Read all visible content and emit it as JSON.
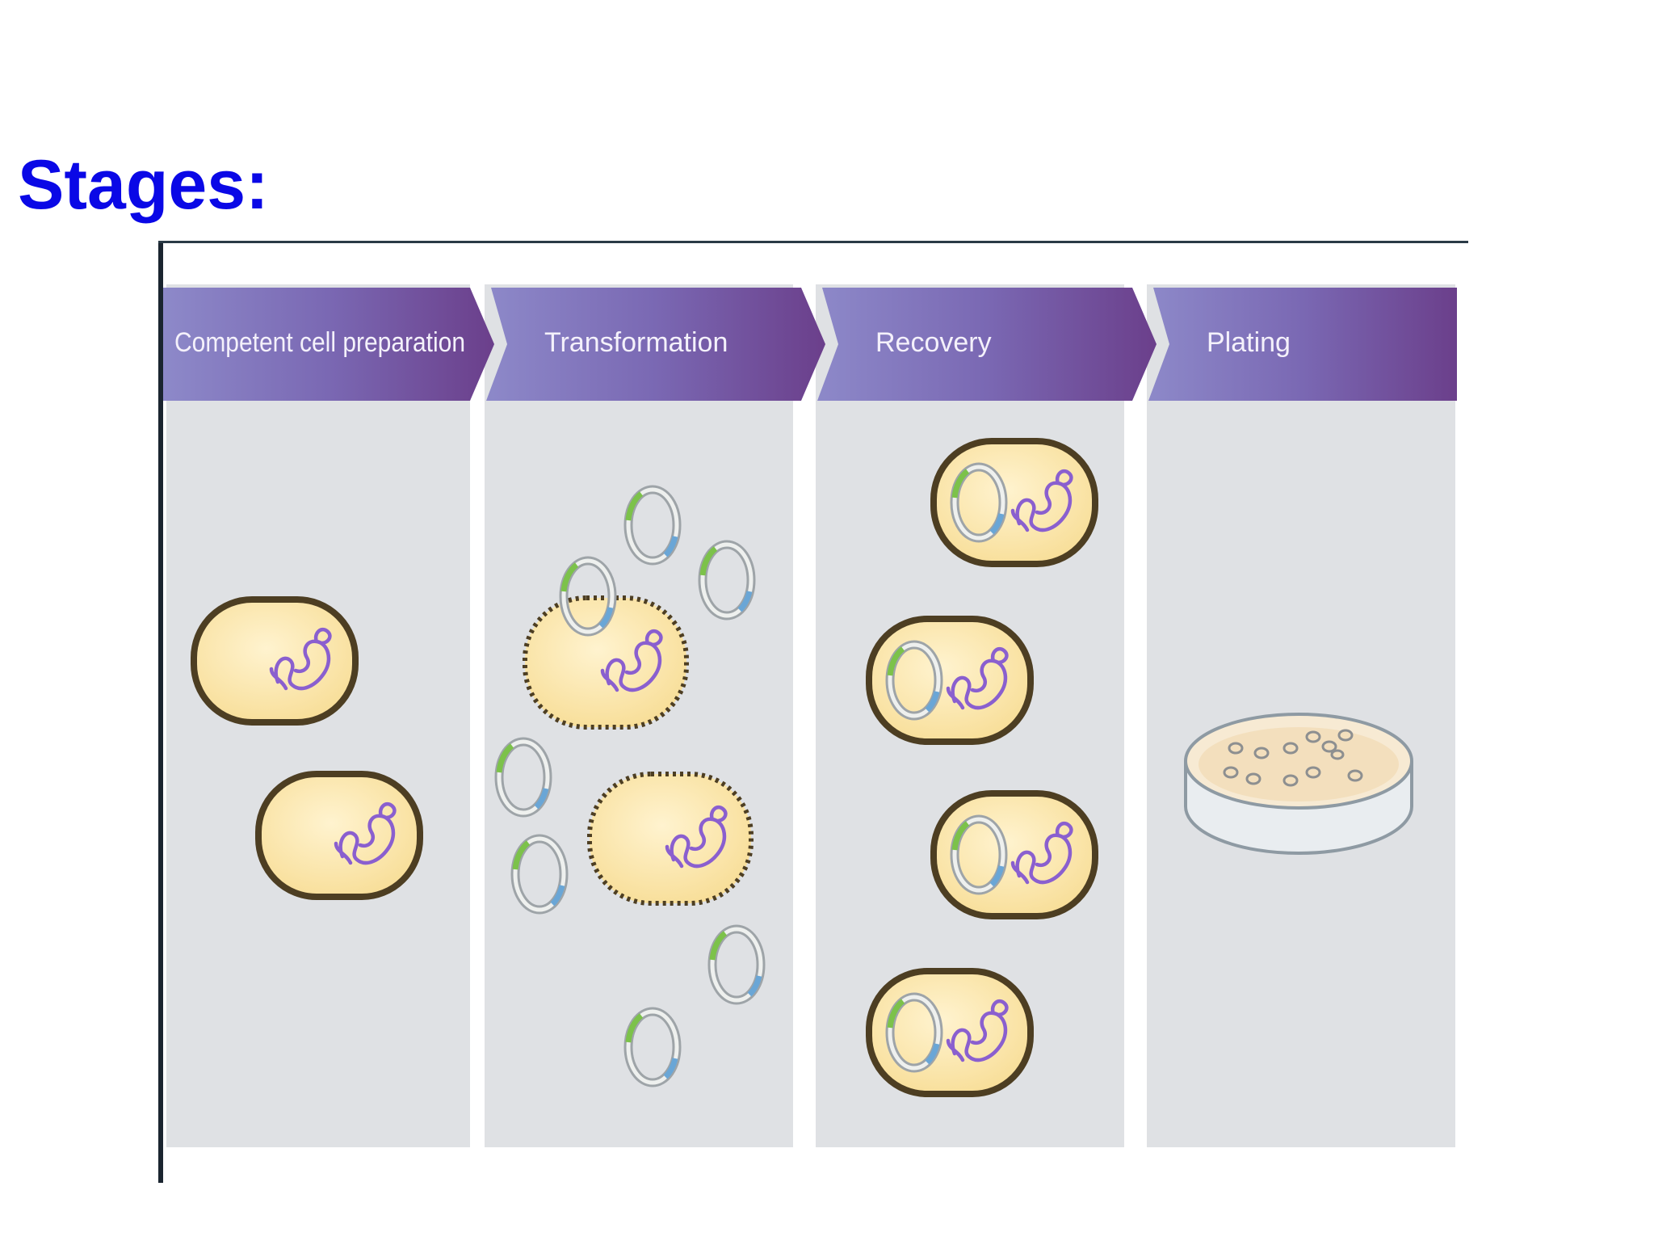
{
  "slide": {
    "title": "Stages:"
  },
  "diagram": {
    "stages": [
      {
        "label": "Competent cell preparation"
      },
      {
        "label": "Transformation"
      },
      {
        "label": "Recovery"
      },
      {
        "label": "Plating"
      }
    ],
    "colors": {
      "title": "#0a08e6",
      "banner_start": "#8d89c9",
      "banner_end": "#6b3f8b",
      "panel": "#dfe1e4",
      "cell_fill": "#fbe6ab",
      "cell_border": "#5a4a2e",
      "chromosome": "#8a5fcf"
    },
    "icons": [
      "bacterial-cell-icon",
      "plasmid-icon",
      "chromosome-icon",
      "petri-dish-icon"
    ]
  }
}
